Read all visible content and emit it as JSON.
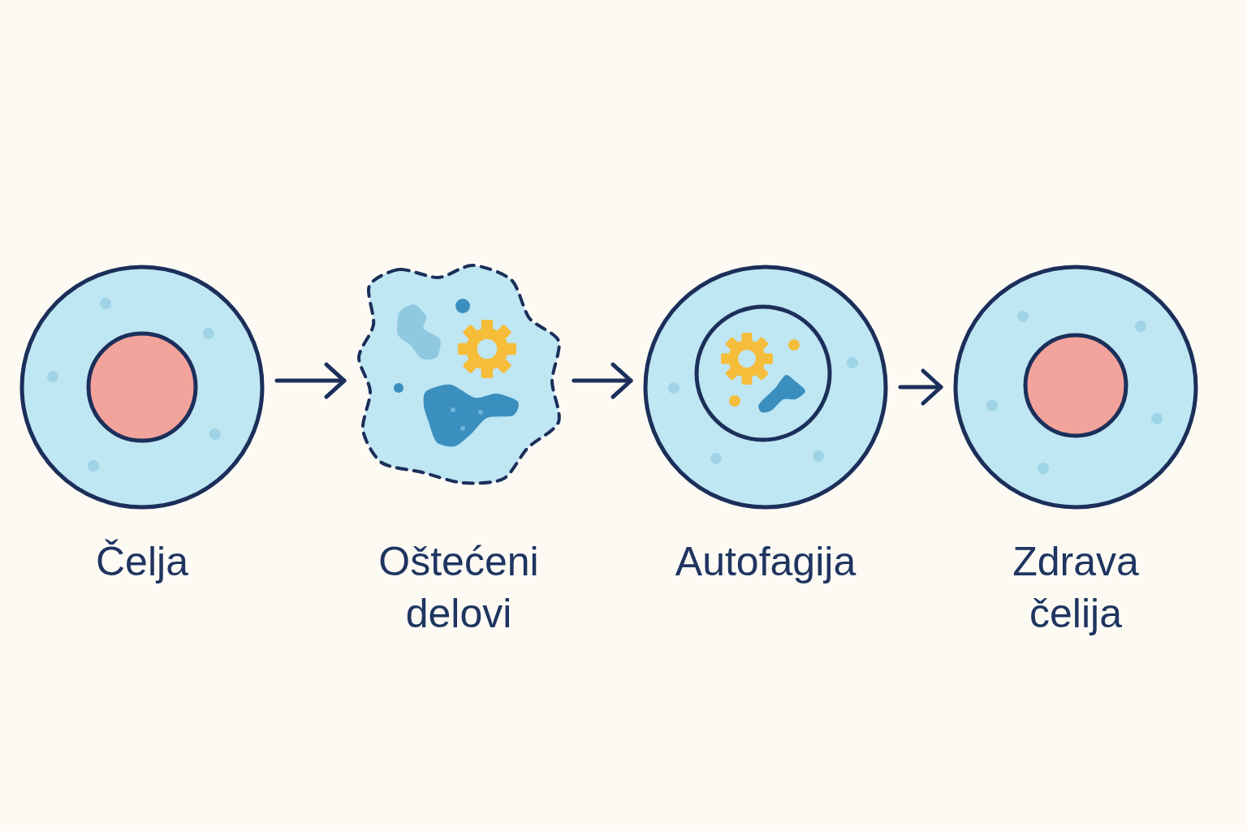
{
  "diagram": {
    "nodes": [
      {
        "text": [
          "Čelja"
        ]
      },
      {
        "text": [
          "Oštećeni delovi"
        ]
      },
      {
        "text": [
          "Autofagija"
        ]
      },
      {
        "text": [
          "Zdrava čelija"
        ]
      }
    ],
    "edges": [
      {
        "from": 0,
        "to": 1,
        "arrow": "to"
      },
      {
        "from": 1,
        "to": 2,
        "arrow": "to"
      },
      {
        "from": 2,
        "to": 3,
        "arrow": "to"
      }
    ]
  }
}
